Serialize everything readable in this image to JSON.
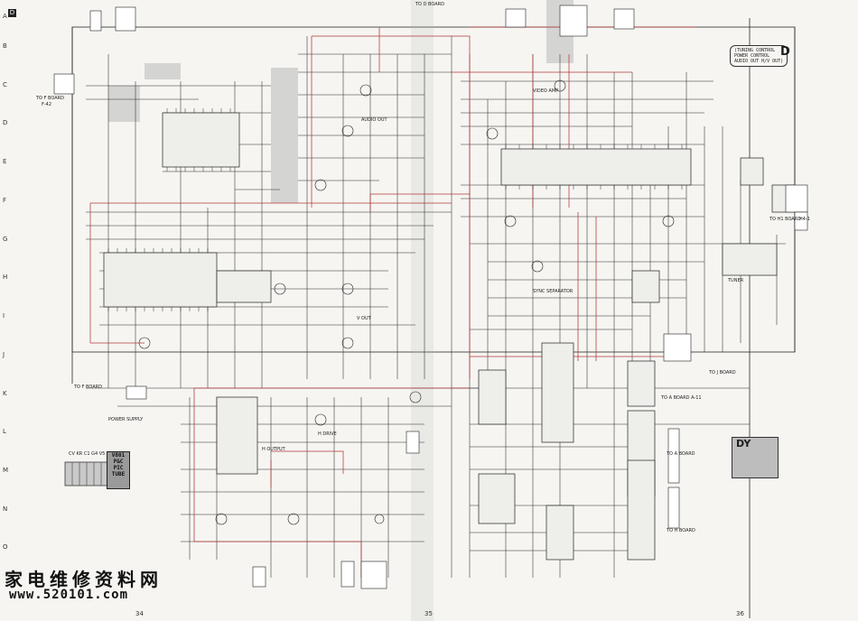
{
  "sheet": {
    "corner_label": "D",
    "section_label": "D",
    "row_letters": [
      "A",
      "B",
      "C",
      "D",
      "E",
      "F",
      "G",
      "H",
      "I",
      "J",
      "K",
      "L",
      "M",
      "N",
      "O"
    ],
    "page_numbers": [
      "34",
      "35",
      "36"
    ],
    "board_note": [
      "(TUNING CONTROL",
      "POWER CONTROL",
      "AUDIO OUT H/V OUT)"
    ]
  },
  "board_refs": {
    "to_f_board": "TO F BOARD",
    "to_f_pin": "F-42",
    "to_h1_board": "TO H1 BOARD",
    "to_h1_pin": "H4-1",
    "to_j_board": "TO J BOARD",
    "to_a_board_1": "TO A BOARD A-11",
    "to_a_board_2": "TO A BOARD",
    "to_h_board": "TO H BOARD",
    "to_f_board_2": "TO F BOARD",
    "to_d_board": "TO D BOARD"
  },
  "components": {
    "power_supply_label": "POWER SUPPLY",
    "h_output_label": "H OUTPUT",
    "sync_sep_label": "SYNC SEPARATOR",
    "h_drive_label": "H DRIVE",
    "v_out_label": "V OUT",
    "video_amp_label": "VIDEO AMP",
    "audio_out_label": "AUDIO OUT",
    "tuner_label": "TUNER",
    "dy_label": "DY",
    "pic_tube_lines": [
      "V801",
      "P&C",
      "PIC",
      "TUBE"
    ],
    "pic_tube_pins": "CV  KR  C1  G4  V5"
  },
  "watermark": {
    "cn_text": "家电维修资料网",
    "url_text": "www.520101.com"
  },
  "colors": {
    "paper": "#f6f5f1",
    "ink": "#1d1d1d",
    "red_trace": "#b23a3a",
    "shade": "#9a9a9a"
  }
}
